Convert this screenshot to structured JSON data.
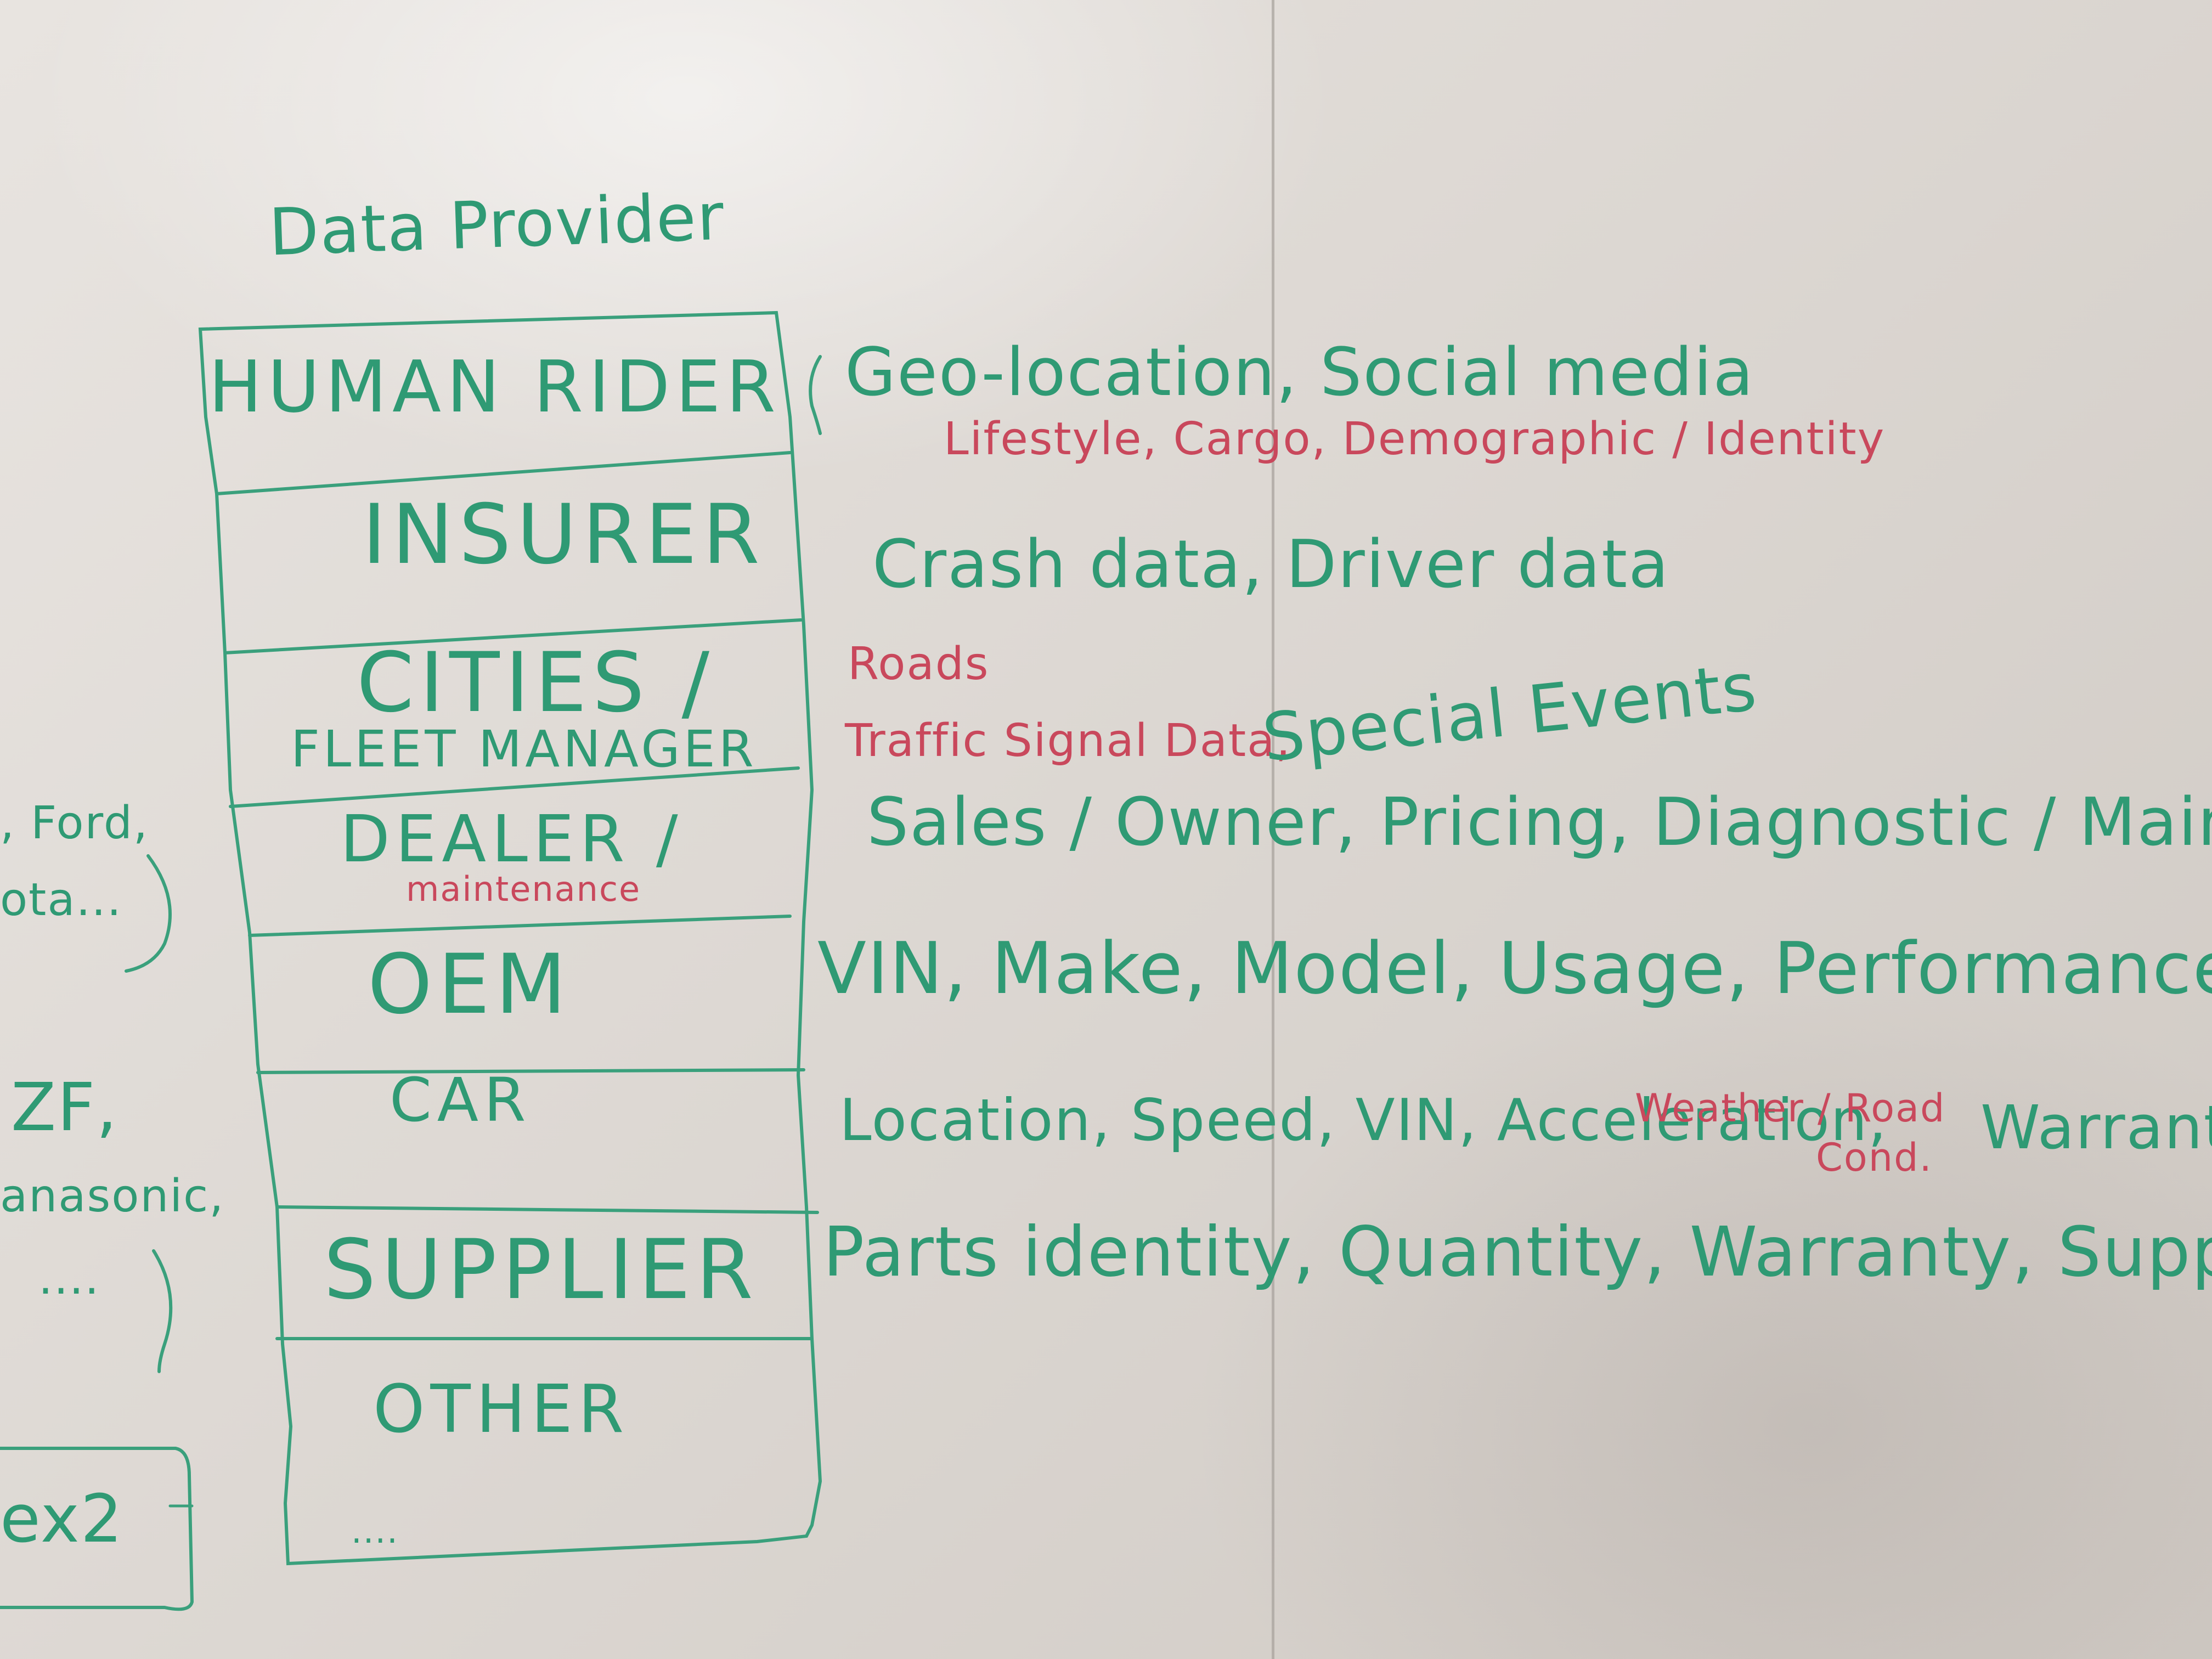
{
  "title": "Data Provider",
  "rows": [
    {
      "label": "HUMAN RIDER",
      "notes": [
        "Geo-location, Social media"
      ],
      "notes_red": [
        "Lifestyle, Cargo, Demographic / Identity"
      ]
    },
    {
      "label": "INSURER",
      "notes": [
        "Crash data, Driver data"
      ]
    },
    {
      "label": "CITIES / FLEET MANAGER",
      "label_line1": "CITIES /",
      "label_line2": "FLEET MANAGER",
      "notes_red": [
        "Roads",
        "Traffic Signal Data,"
      ],
      "notes": [
        "Special Events"
      ]
    },
    {
      "label": "DEALER / maintenance",
      "label_line1": "DEALER /",
      "label_sub": "maintenance",
      "notes": [
        "Sales / Owner, Pricing, Diagnostic / Maintenance, De"
      ]
    },
    {
      "label": "OEM",
      "notes": [
        "VIN, Make, Model, Usage, Performance, Diagnostic,"
      ]
    },
    {
      "label": "CAR",
      "notes": [
        "Location, Speed, VIN, Acceleration,"
      ],
      "notes_red": [
        "Weather / Road",
        "Cond."
      ],
      "notes_extra": [
        "Warranty"
      ]
    },
    {
      "label": "SUPPLIER",
      "notes": [
        "Parts identity, Quantity, Warranty, Supply Chain Cu"
      ]
    },
    {
      "label": "OTHER",
      "notes": [
        "...."
      ]
    }
  ],
  "left_margin": {
    "group1": [
      ", Ford,",
      "ota..."
    ],
    "group2": [
      "ZF,",
      "anasonic,",
      "...."
    ],
    "box": "ex2"
  }
}
